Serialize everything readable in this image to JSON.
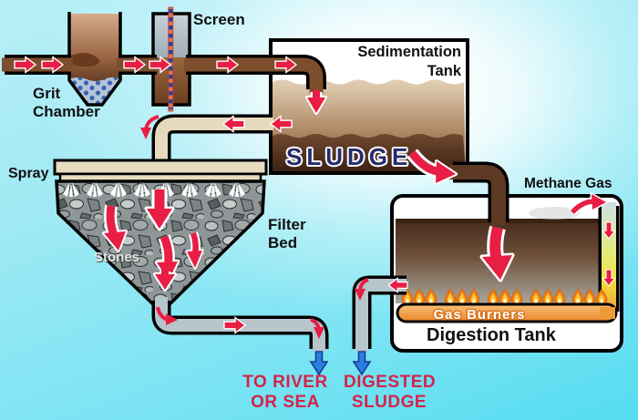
{
  "diagram": {
    "subject": "sewage treatment process flow",
    "labels": {
      "grit_chamber": "Grit\nChamber",
      "screen": "Screen",
      "sedimentation_tank": "Sedimentation\nTank",
      "sludge": "SLUDGE",
      "spray": "Spray",
      "filter_bed": "Filter\nBed",
      "stones": "Stones",
      "methane_gas": "Methane Gas",
      "gas_burners": "Gas Burners",
      "digestion_tank": "Digestion Tank",
      "to_river_or_sea": "TO RIVER\nOR SEA",
      "digested_sludge": "DIGESTED\nSLUDGE"
    },
    "colors": {
      "background_cyan": "#5edcf0",
      "flow_arrow_red": "#e81e44",
      "caption_red": "#d6224a",
      "sludge_text_navy": "#262b6b",
      "sewage_brown": "#7d4e2e",
      "sludge_pipe_brown": "#5e3a24",
      "clean_pipe_gray": "#b7c5cc",
      "spray_pipe_tan": "#e7d9bd",
      "burner_orange": "#ee8a2e",
      "flame_yellow": "#ffc433",
      "river_arrow_blue": "#2b7de0",
      "grit_blue": "#3d64ae"
    }
  }
}
